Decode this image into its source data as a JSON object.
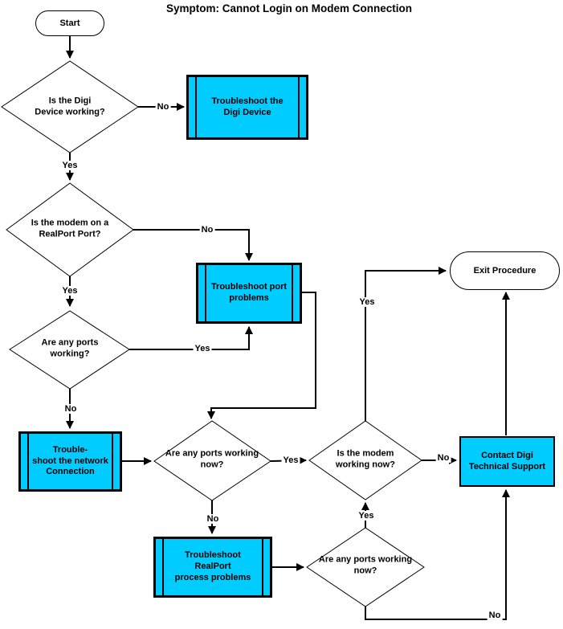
{
  "title": "Symptom: Cannot Login on Modem Connection",
  "colors": {
    "node_fill": "#00ccff",
    "line": "#000000",
    "background": "#ffffff"
  },
  "nodes": {
    "start": "Start",
    "exit": "Exit Procedure",
    "digi_working": "Is the Digi\nDevice working?",
    "modem_realport": "Is the modem on a\nRealPort Port?",
    "ports_working": "Are any ports\nworking?",
    "ports_working_now_mid": "Are any ports working\nnow?",
    "modem_working_now": "Is the modem\nworking now?",
    "ports_working_now_bottom": "Are any ports working\nnow?",
    "troubleshoot_digi": "Troubleshoot the\nDigi Device",
    "troubleshoot_port": "Troubleshoot port\nproblems",
    "troubleshoot_network": "Trouble-\nshoot the network\nConnection",
    "troubleshoot_realport": "Troubleshoot RealPort\nprocess problems",
    "contact_support": "Contact Digi\nTechnical Support"
  },
  "edge_labels": {
    "digi_no": "No",
    "digi_yes": "Yes",
    "realport_no": "No",
    "realport_yes": "Yes",
    "ports_yes": "Yes",
    "ports_no": "No",
    "ports_now_yes": "Yes",
    "ports_now_no": "No",
    "modem_now_no": "No",
    "modem_now_yes": "Yes",
    "ports_bottom_yes": "Yes",
    "ports_bottom_no": "No"
  }
}
